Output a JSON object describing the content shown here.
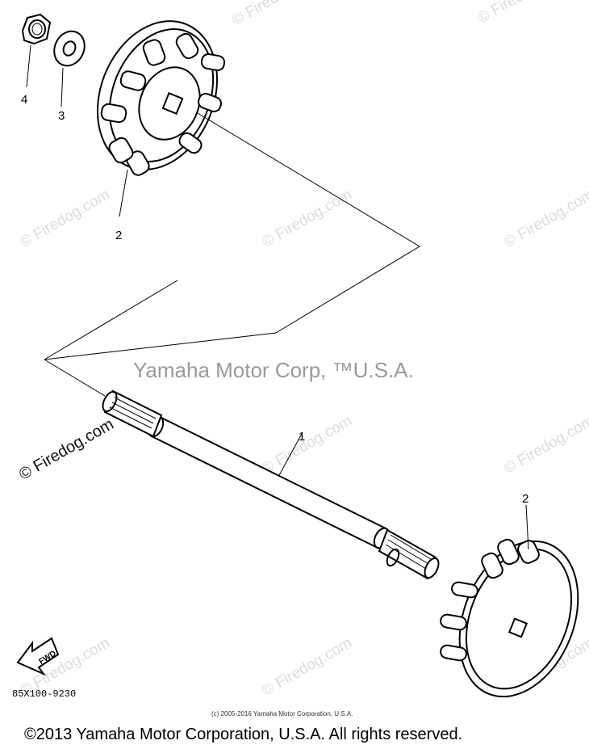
{
  "watermarks": [
    "© Firedog.com",
    "© Firedog.com",
    "© Firedog.com",
    "© Firedog.com",
    "© Firedog.com",
    "© Firedog.com",
    "© Firedog.com",
    "© Firedog.com",
    "© Firedog.com",
    "© Firedog.com"
  ],
  "callouts": {
    "nut": "4",
    "washer": "3",
    "impeller_top": "2",
    "shaft": "1",
    "impeller_bottom": "2"
  },
  "manufacturer_mark": "Yamaha Motor Corp, ™U.S.A.",
  "fwd_label": "FWD",
  "diagram_code": "85X100-9230",
  "small_copyright": "(c) 2005-2016 Yamaha Motor Corporation, U.S.A.",
  "footer_copyright": "©2013 Yamaha Motor Corporation, U.S.A. All rights reserved."
}
